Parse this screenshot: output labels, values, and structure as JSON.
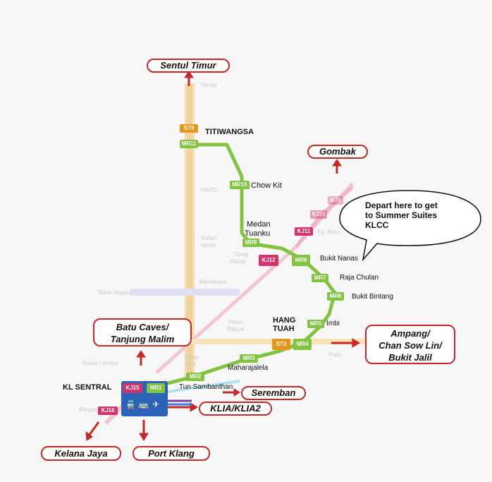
{
  "destinations": {
    "sentul_timur": "Sentul Timur",
    "gombak": "Gombak",
    "batu_caves": [
      "Batu Caves/",
      "Tanjung Malim"
    ],
    "ampang": [
      "Ampang/",
      "Chan Sow Lin/",
      "Bukit Jalil"
    ],
    "seremban": "Seremban",
    "klia": "KLIA/KLIA2",
    "kelana_jaya": "Kelana Jaya",
    "port_klang": "Port Klang"
  },
  "stations": {
    "titiwangsa": "TITIWANGSA",
    "chow_kit": "Chow Kit",
    "medan_tuanku": [
      "Medan",
      "Tuanku"
    ],
    "bukit_nanas": "Bukit Nanas",
    "raja_chulan": "Raja Chulan",
    "bukit_bintang": "Bukit Bintang",
    "hang_tuah": [
      "HANG",
      "TUAH"
    ],
    "imbi": "Imbi",
    "maharajalela": "Maharajalela",
    "tun_sambanthan": "Tun Sambanthan",
    "sentral": "KL SENTRAL"
  },
  "codes": {
    "st9": "ST9",
    "mr11": "MR11",
    "mr10": "MR10",
    "mr9": "MR9",
    "kj12": "KJ12",
    "mr8": "MR8",
    "mr7": "MR7",
    "mr6": "MR6",
    "mr5": "MR5",
    "st3": "ST3",
    "mr4": "MR4",
    "mr3": "MR3",
    "mr2": "MR2",
    "kj15": "KJ15",
    "mr1": "MR1",
    "kj16": "KJ16",
    "kj11": "KJ11",
    "kj10": "KJ10",
    "kj9": "KJ9"
  },
  "faded_labels": {
    "sentul": "Sentul",
    "pwtc": "PWTC",
    "sultan_ismail": [
      "Sultan",
      "Ismail"
    ],
    "bank_negara": "Bank Negara",
    "bandaraya": "Bandaraya",
    "dang_wangi": [
      "Dang",
      "Wangi"
    ],
    "kg_baru": "Kg. Baru",
    "plaza_rakyat": [
      "Plaza",
      "Rakyat"
    ],
    "pasar_seni": [
      "Pasar",
      "Seni"
    ],
    "kuala_lumpur": "Kuala Lumpur",
    "pudu": "Pudu",
    "bangsar": "Bangsar"
  },
  "callout": [
    "Depart here to get",
    "to Summer Suites",
    "KLCC"
  ],
  "colors": {
    "monorail": "#82c341",
    "kelana_jaya": "#d6336c",
    "ampang": "#e8951c",
    "arrow": "#c62828"
  }
}
